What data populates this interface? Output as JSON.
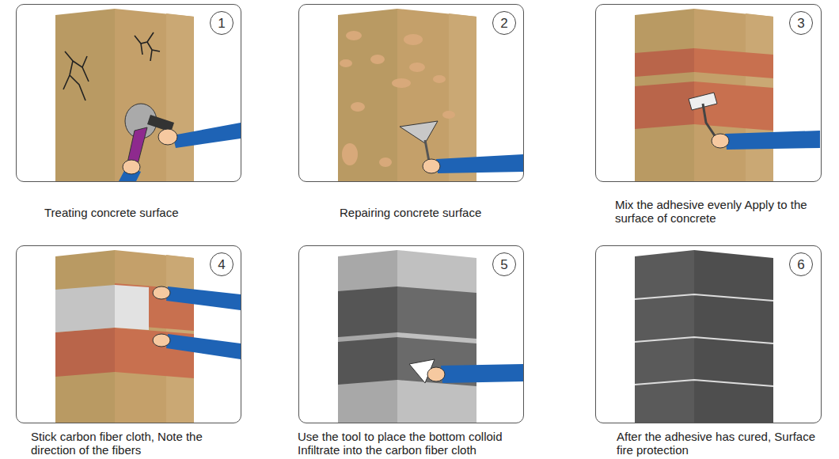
{
  "diagram": {
    "nodes": [
      {
        "text": [
          "Treating concrete surface"
        ]
      },
      {
        "text": [
          "1"
        ],
        "in": 0
      },
      {
        "text": [
          "Repairing concrete surface"
        ]
      },
      {
        "text": [
          "2"
        ],
        "in": 2
      },
      {
        "text": [
          "Mix the adhesive evenly Apply to the surface of concrete"
        ]
      },
      {
        "text": [
          "3"
        ],
        "in": 4
      },
      {
        "text": [
          "Stick carbon fiber cloth, Note the direction of the fibers"
        ]
      },
      {
        "text": [
          "4"
        ],
        "in": 6
      },
      {
        "text": [
          "Use the tool to place the bottom colloid Infiltrate into the carbon fiber cloth"
        ]
      },
      {
        "text": [
          "5"
        ],
        "in": 8
      },
      {
        "text": [
          "After the adhesive has cured, Surface fire protection"
        ]
      },
      {
        "text": [
          "6"
        ],
        "in": 10
      }
    ]
  }
}
